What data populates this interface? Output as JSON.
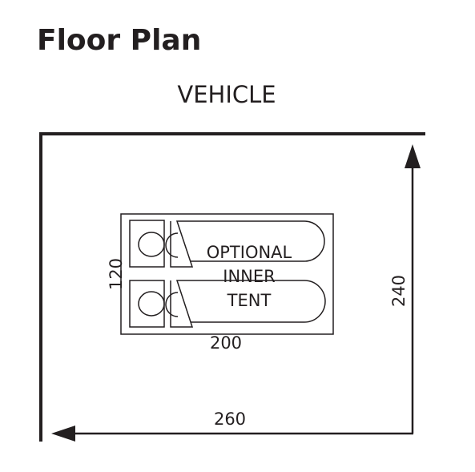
{
  "title": "Floor Plan",
  "labels": {
    "vehicle": "VEHICLE",
    "tent_line1": "OPTIONAL",
    "tent_line2": "INNER",
    "tent_line3": "TENT"
  },
  "dimensions": {
    "inner_width": "200",
    "inner_depth": "120",
    "awning_depth": "240",
    "awning_width": "260"
  },
  "colors": {
    "ink": "#231f20",
    "background": "#ffffff"
  }
}
